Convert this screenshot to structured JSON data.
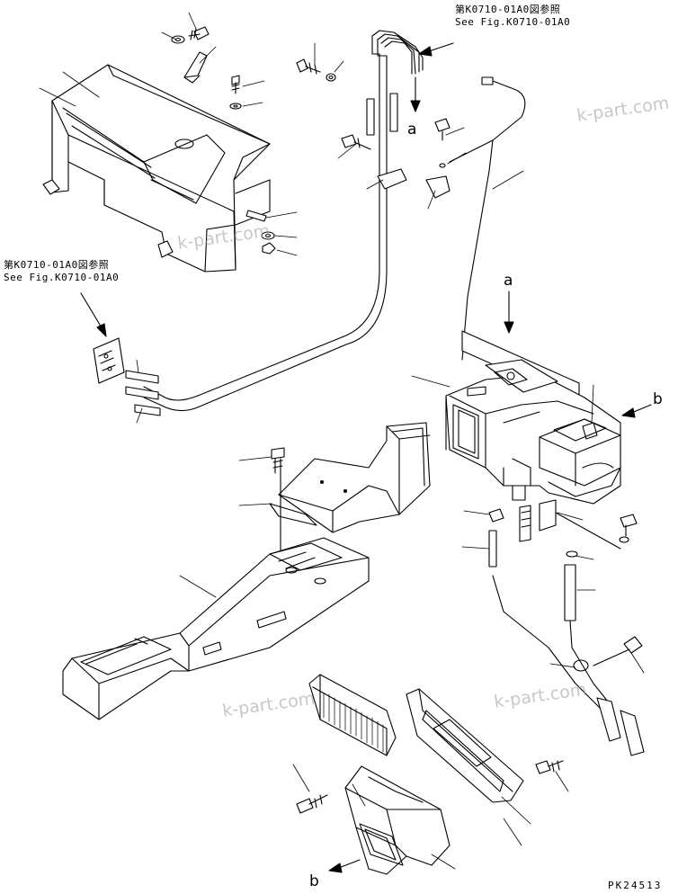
{
  "references": {
    "top": {
      "line1": "第K0710-01A0図参照",
      "line2": "See Fig.K0710-01A0"
    },
    "left": {
      "line1": "第K0710-01A0図参照",
      "line2": "See Fig.K0710-01A0"
    }
  },
  "markers": {
    "a_top": "a",
    "a_mid": "a",
    "b_right": "b",
    "b_bottom": "b"
  },
  "watermarks": [
    "k-part.com",
    "k-part.com",
    "k-part.com"
  ],
  "page_code": "PK24513"
}
